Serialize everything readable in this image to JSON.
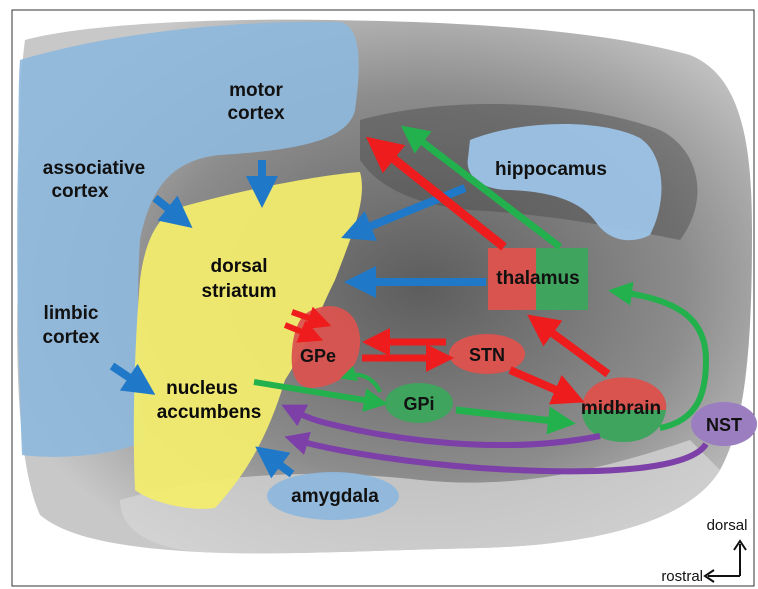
{
  "regions": {
    "motor_cortex": [
      "motor",
      "cortex"
    ],
    "associative_cortex": [
      "associative",
      "cortex"
    ],
    "limbic_cortex": [
      "limbic",
      "cortex"
    ],
    "hippocampus": "hippocamus",
    "dorsal_striatum": [
      "dorsal",
      "striatum"
    ],
    "nucleus_accumbens": [
      "nucleus",
      "accumbens"
    ],
    "amygdala": "amygdala",
    "thalamus": "thalamus",
    "gpe": "GPe",
    "stn": "STN",
    "gpi": "GPi",
    "midbrain": "midbrain",
    "nst": "NST"
  },
  "orientation": {
    "dorsal": "dorsal",
    "rostral": "rostral"
  },
  "colors": {
    "cortex_blue": "#8fb8dc",
    "striatum_yellow": "#f2ec6e",
    "red": "#ee1c1c",
    "green": "#22b14c",
    "blue_arrow": "#1f78c8",
    "purple": "#7d3fa8",
    "red_node": "#d9534f",
    "green_node": "#3fa45e",
    "purple_node": "#9b7ec0",
    "brain_gray": "#8a8a8a"
  }
}
